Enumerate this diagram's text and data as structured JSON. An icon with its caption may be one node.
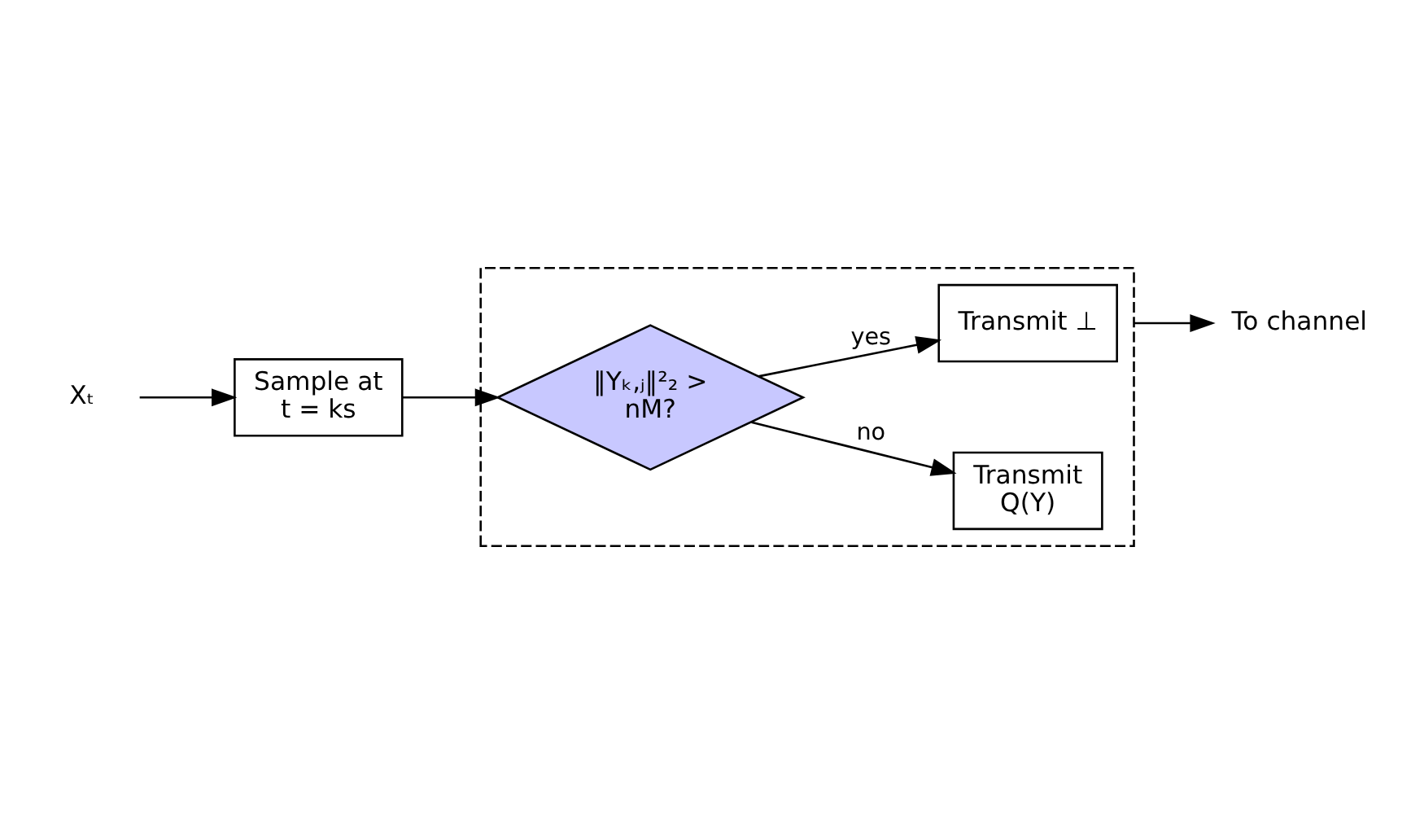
{
  "diagram": {
    "nodes": [
      {
        "text": [
          "Xₜ"
        ]
      },
      {
        "text": [
          "Sample at t = ks"
        ]
      },
      {
        "text": [],
        "shape": "box"
      },
      {
        "text": [
          "‖Yₖ,ⱼ‖²₂ > nM?"
        ],
        "in": 2
      },
      {
        "text": [
          "Transmit Q(Y)"
        ],
        "in": 2
      },
      {
        "text": [
          "Transmit ⊥"
        ],
        "in": 2
      },
      {
        "text": [
          "To channel"
        ]
      }
    ],
    "edges": [
      {
        "from": 0,
        "to": 1,
        "arrow": "to"
      },
      {
        "from": 1,
        "to": 3,
        "arrow": "to"
      },
      {
        "from": 3,
        "to": 4,
        "label": "no",
        "arrow": "to"
      },
      {
        "from": 3,
        "to": 5,
        "label": "yes",
        "arrow": "to"
      },
      {
        "from": 2,
        "to": 6,
        "arrow": "to"
      }
    ]
  }
}
